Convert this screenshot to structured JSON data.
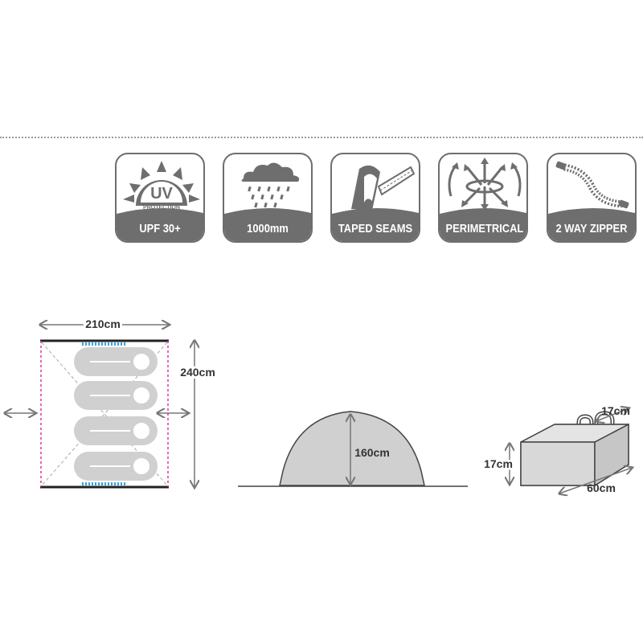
{
  "features": [
    {
      "label": "UPF 30+",
      "icon": "uv-protection-icon",
      "icon_text": "UV",
      "icon_subtext": "PROTECTION"
    },
    {
      "label": "1000mm",
      "icon": "rain-cloud-icon"
    },
    {
      "label": "TAPED SEAMS",
      "icon": "taped-seams-icon"
    },
    {
      "label": "PERIMETRICAL",
      "icon": "perimetrical-ventilation-icon"
    },
    {
      "label": "2 WAY ZIPPER",
      "icon": "zipper-icon"
    }
  ],
  "floor_plan": {
    "width_label": "210cm",
    "length_label": "240cm",
    "sleepers": 4
  },
  "side_view": {
    "height_label": "160cm"
  },
  "pack_bag": {
    "depth_label": "17cm",
    "height_label": "17cm",
    "length_label": "60cm"
  },
  "colors": {
    "badge_dark": "#6e6e6e",
    "dim_pink": "#e0339a",
    "vent_blue": "#3aa3e0",
    "shape_gray": "#d0d0d0"
  }
}
